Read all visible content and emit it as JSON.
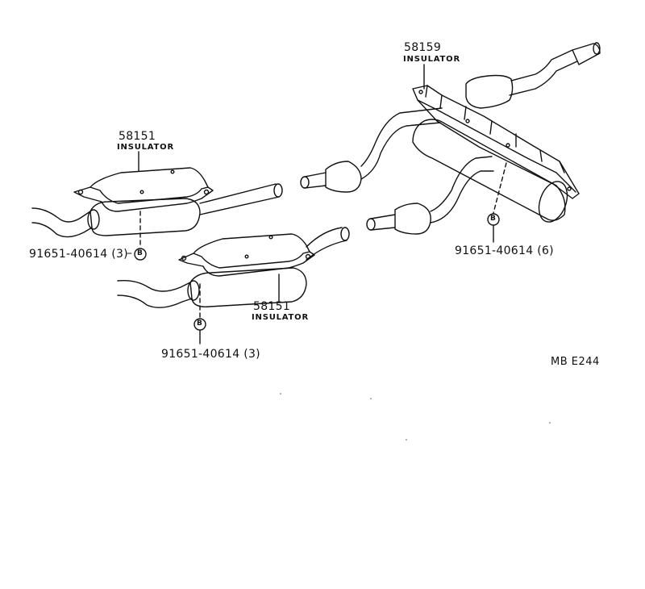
{
  "callouts": {
    "rear_heat_insulator": {
      "part_number": "58159",
      "name": "INSULATOR"
    },
    "upper_front_insulator": {
      "part_number": "58151",
      "name": "INSULATOR"
    },
    "lower_front_insulator": {
      "part_number": "58151",
      "name": "INSULATOR"
    }
  },
  "bolts": {
    "upper_left": {
      "part": "91651-40614",
      "qty": "(3)",
      "symbol": "B"
    },
    "lower_middle": {
      "part": "91651-40614",
      "qty": "(3)",
      "symbol": "B"
    },
    "right": {
      "part": "91651-40614",
      "qty": "(6)",
      "symbol": "B"
    }
  },
  "diagram_code": "MB E244"
}
